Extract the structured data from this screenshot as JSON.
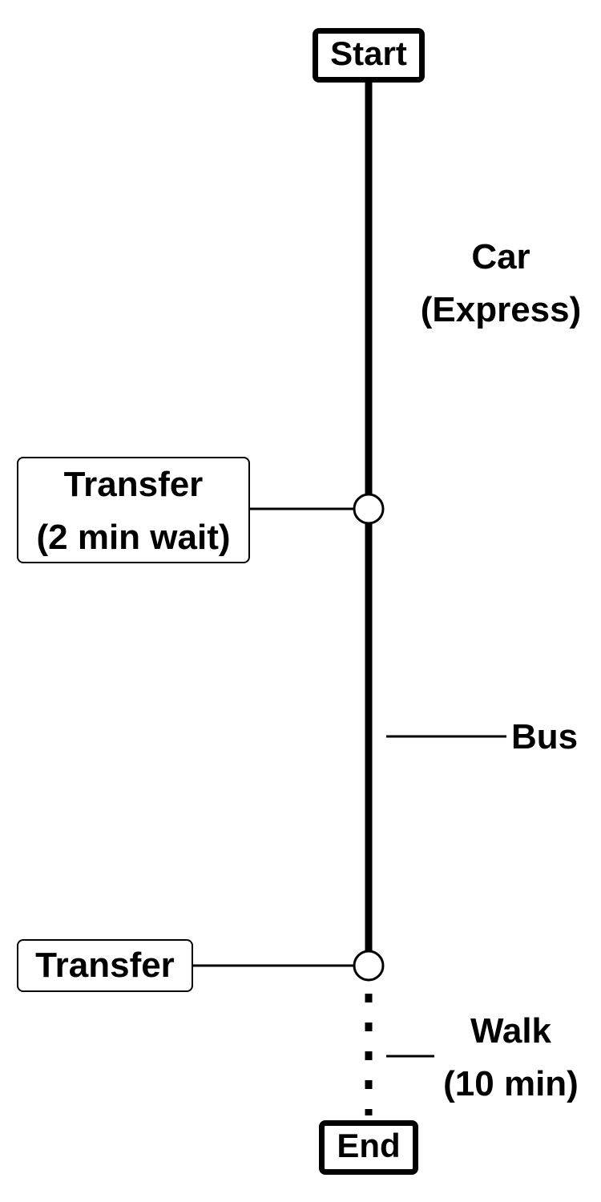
{
  "start": {
    "label": "Start"
  },
  "end": {
    "label": "End"
  },
  "segments": {
    "car": {
      "line1": "Car",
      "line2": "(Express)"
    },
    "bus": {
      "label": "Bus"
    },
    "walk": {
      "line1": "Walk",
      "line2": "(10 min)"
    }
  },
  "transfers": {
    "first": {
      "line1": "Transfer",
      "line2": "(2 min wait)"
    },
    "second": {
      "label": "Transfer"
    }
  }
}
